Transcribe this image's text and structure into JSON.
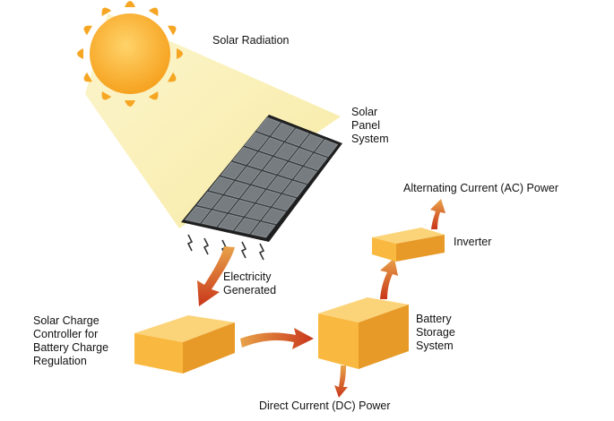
{
  "labels": {
    "solar_radiation": "Solar Radiation",
    "solar_panel": [
      "Solar",
      "Panel",
      "System"
    ],
    "ac_power": "Alternating Current (AC) Power",
    "inverter": "Inverter",
    "electricity": [
      "Electricity",
      "Generated"
    ],
    "charge_controller": [
      "Solar Charge",
      "Controller for",
      "Battery Charge",
      "Regulation"
    ],
    "battery": [
      "Battery",
      "Storage",
      "System"
    ],
    "dc_power": "Direct Current (DC) Power"
  },
  "colors": {
    "sun": "#f9b233",
    "sun_ray": "#f6a623",
    "beam": "#fbf0b0",
    "panel_frame": "#2a2a2a",
    "panel_cell": "#6d7378",
    "box_top": "#fbd47a",
    "box_front": "#f9b940",
    "box_side": "#e89a28",
    "arrow": "#d9531e",
    "text": "#111111"
  }
}
